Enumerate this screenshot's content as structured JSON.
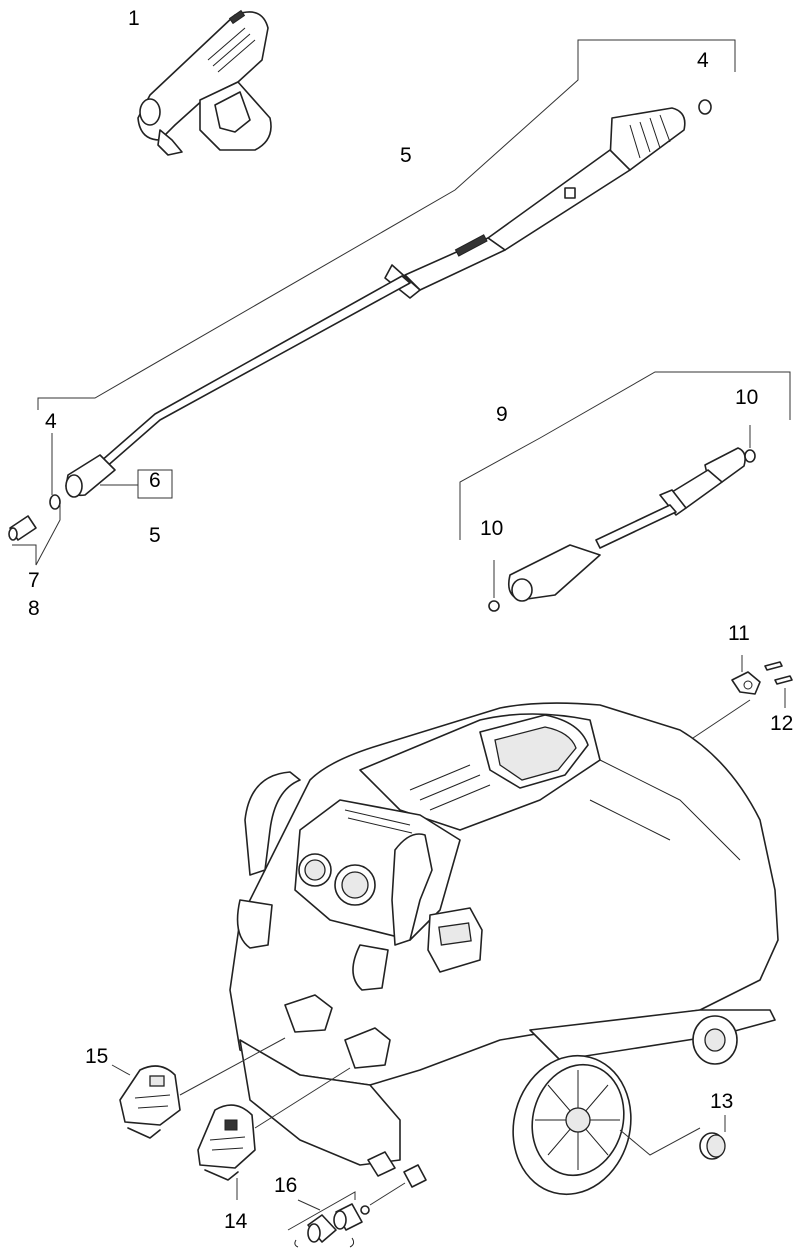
{
  "callouts": {
    "c1": "1",
    "c4a": "4",
    "c5a": "5",
    "c4b": "4",
    "c6": "6",
    "c5b": "5",
    "c7": "7",
    "c8": "8",
    "c9": "9",
    "c10a": "10",
    "c10b": "10",
    "c11": "11",
    "c12": "12",
    "c13": "13",
    "c14": "14",
    "c15": "15",
    "c16": "16"
  }
}
